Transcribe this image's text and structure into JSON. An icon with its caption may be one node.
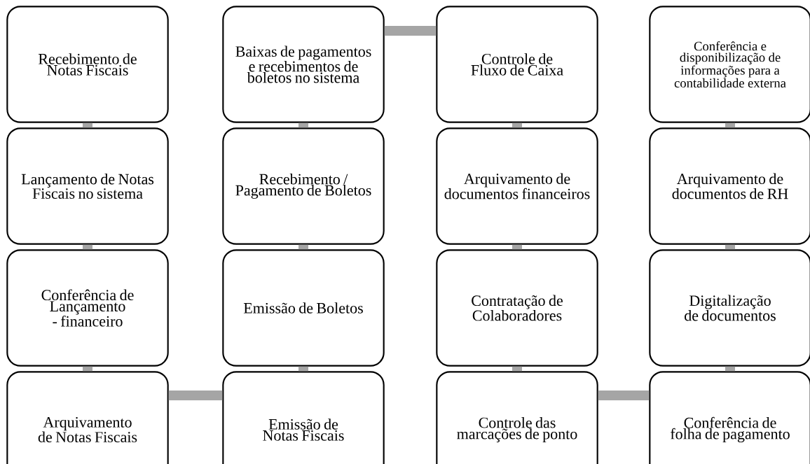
{
  "diagram": {
    "nodes": [
      {
        "text": [
          "Recebimento de Notas Fiscais"
        ]
      },
      {
        "text": [
          "Lançamento de Notas Fiscais no sistema"
        ]
      },
      {
        "text": [
          "Conferência de Lançamento - financeiro"
        ]
      },
      {
        "text": [
          "Arquivamento de Notas Fiscais"
        ]
      },
      {
        "text": [
          "Emissão de Notas Fiscais"
        ]
      },
      {
        "text": [
          "Emissão de Boletos"
        ]
      },
      {
        "text": [
          "Recebimento / Pagamento de Boletos"
        ]
      },
      {
        "text": [
          "Baixas de pagamentos e recebimentos de boletos no sistema"
        ]
      },
      {
        "text": [
          "Controle de Fluxo de Caixa"
        ]
      },
      {
        "text": [
          "Arquivamento de documentos financeiros"
        ]
      },
      {
        "text": [
          "Contratação de Colaboradores"
        ]
      },
      {
        "text": [
          "Controle das marcações de ponto"
        ]
      },
      {
        "text": [
          "Conferência de folha de pagamento"
        ]
      },
      {
        "text": [
          "Digitalização de documentos"
        ]
      },
      {
        "text": [
          "Arquivamento de documentos de RH"
        ]
      },
      {
        "text": [
          "Conferência e disponibilização de informações para a contabilidade externa"
        ]
      }
    ],
    "edges": [
      {
        "from": 0,
        "to": 1,
        "arrow": "none"
      },
      {
        "from": 1,
        "to": 2,
        "arrow": "none"
      },
      {
        "from": 2,
        "to": 3,
        "arrow": "none"
      },
      {
        "from": 3,
        "to": 4,
        "arrow": "none"
      },
      {
        "from": 4,
        "to": 5,
        "arrow": "none"
      },
      {
        "from": 5,
        "to": 6,
        "arrow": "none"
      },
      {
        "from": 6,
        "to": 7,
        "arrow": "none"
      },
      {
        "from": 7,
        "to": 8,
        "arrow": "none"
      },
      {
        "from": 8,
        "to": 9,
        "arrow": "none"
      },
      {
        "from": 9,
        "to": 10,
        "arrow": "none"
      },
      {
        "from": 10,
        "to": 11,
        "arrow": "none"
      },
      {
        "from": 11,
        "to": 12,
        "arrow": "none"
      },
      {
        "from": 12,
        "to": 13,
        "arrow": "none"
      },
      {
        "from": 13,
        "to": 14,
        "arrow": "none"
      },
      {
        "from": 14,
        "to": 15,
        "arrow": "none"
      }
    ]
  }
}
